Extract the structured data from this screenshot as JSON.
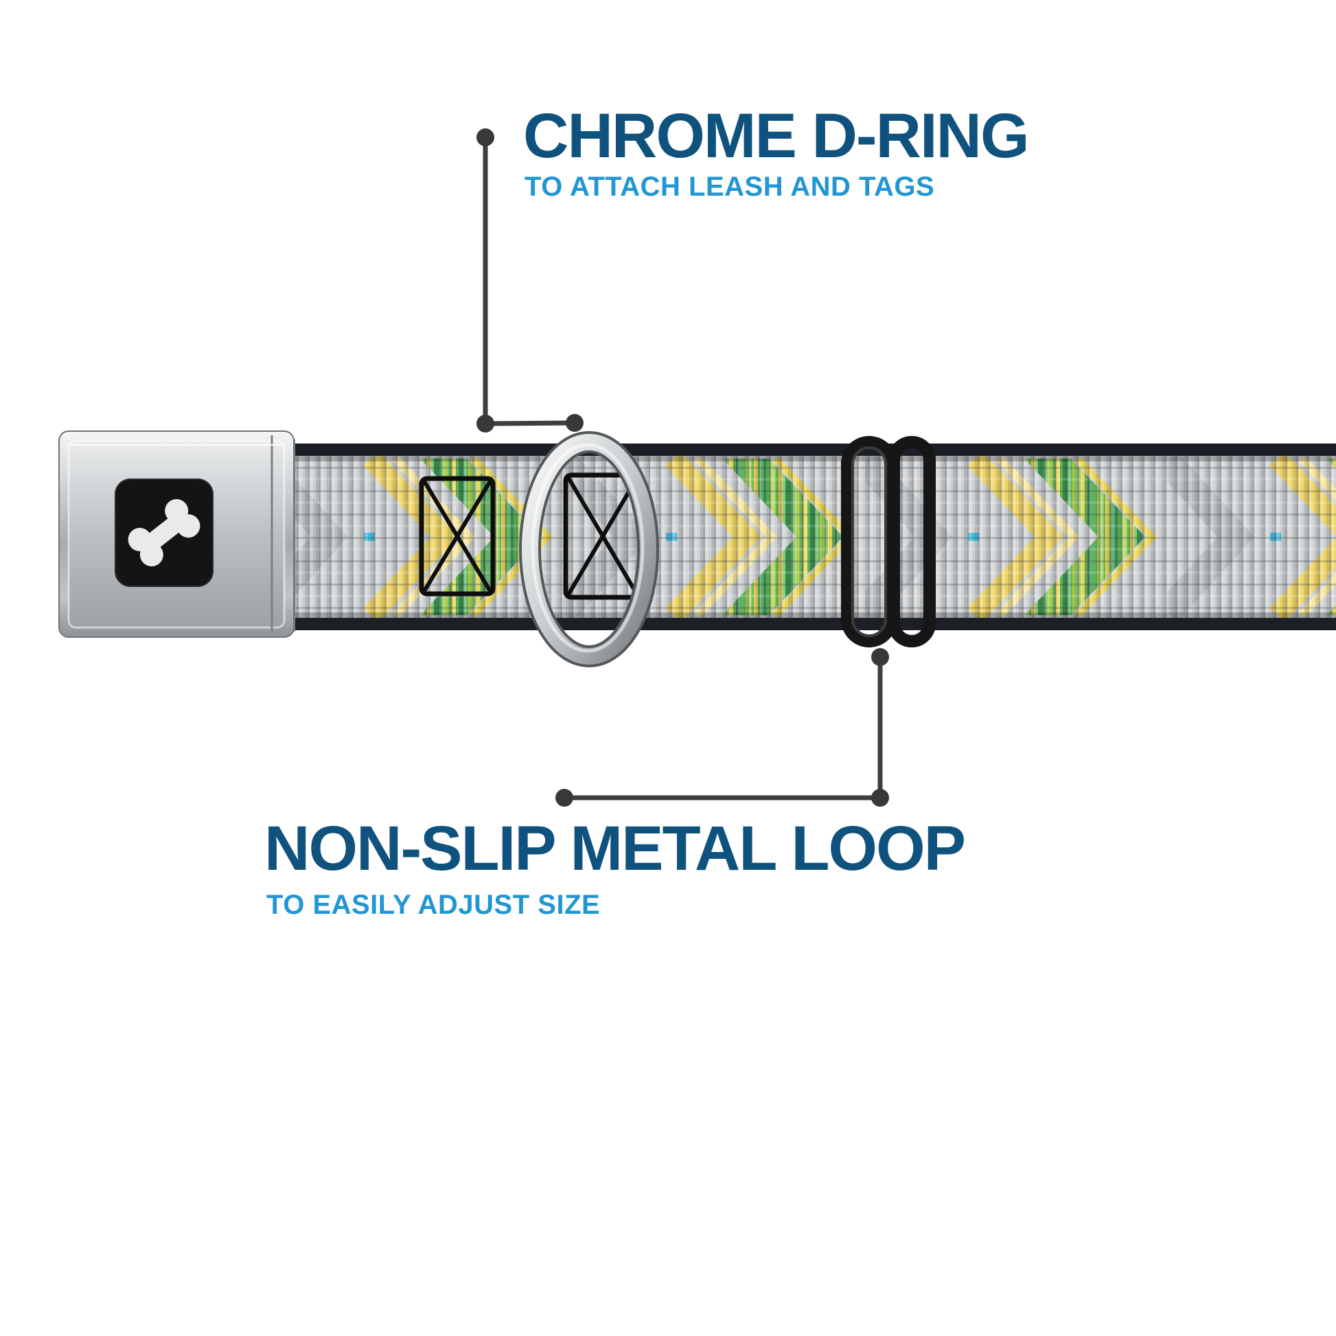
{
  "callouts": {
    "d_ring": {
      "title": "CHROME D-RING",
      "subtitle": "TO ATTACH LEASH AND TAGS"
    },
    "metal_loop": {
      "title": "NON-SLIP METAL LOOP",
      "subtitle": "TO EASILY ADJUST SIZE"
    }
  },
  "colors": {
    "title_navy": "#10527e",
    "subtitle_blue": "#2196d3",
    "callout_line": "#3e3e3e",
    "strap_base_gray": "#cdd0d2",
    "strap_yellow": "#eed35f",
    "strap_green": "#5eb354",
    "strap_cyan": "#35bde4",
    "webbing_edge": "#1c2026",
    "buckle_silver": "#b8bcbf",
    "logo_square_black": "#141414",
    "bone_white": "#e9eaea",
    "hardware_black": "#161616"
  }
}
